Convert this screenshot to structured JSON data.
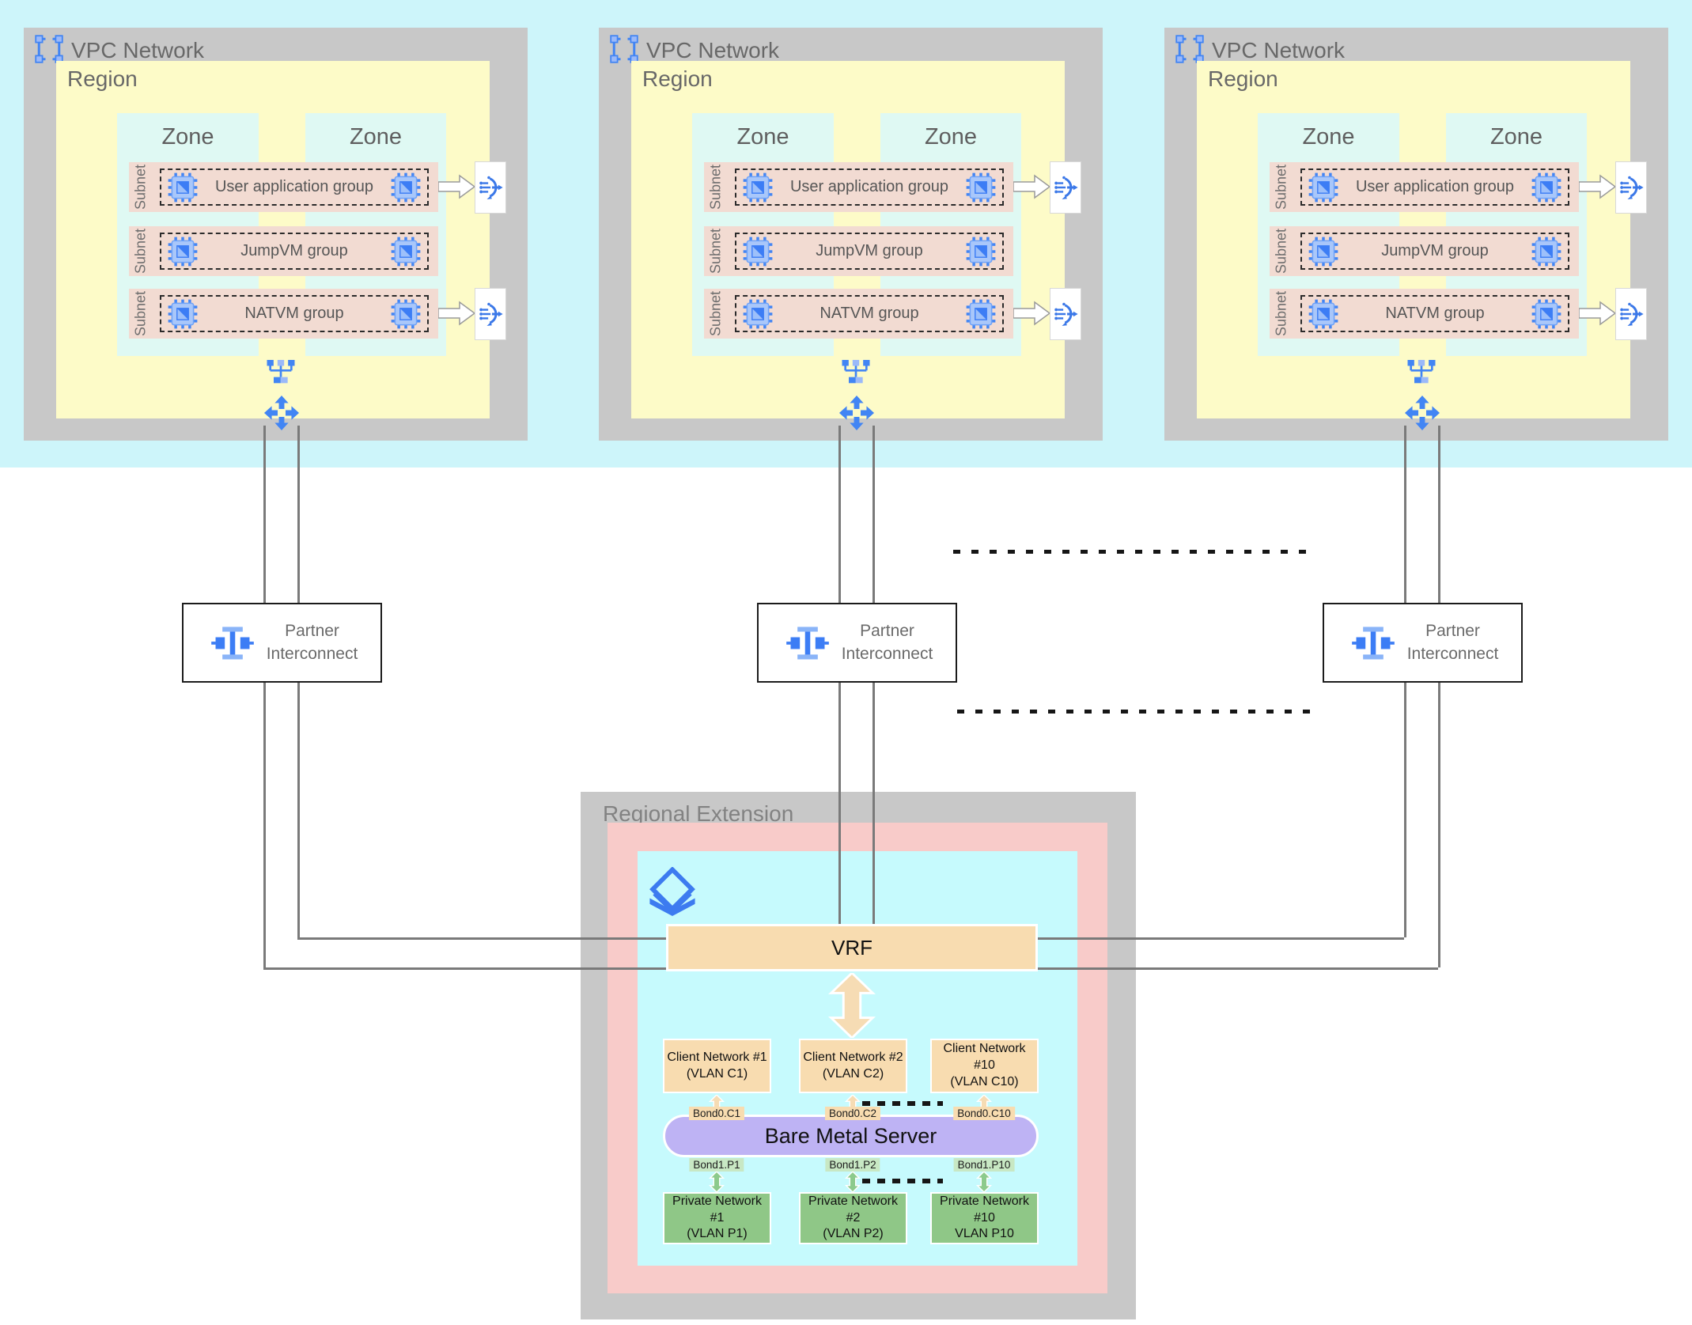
{
  "vpc": {
    "title": "VPC Network",
    "region_label": "Region",
    "zone_label": "Zone",
    "subnet_label": "Subnet",
    "groups": [
      {
        "label": "User application group"
      },
      {
        "label": "JumpVM group"
      },
      {
        "label": "NATVM group"
      }
    ]
  },
  "interconnect": {
    "line1": "Partner",
    "line2": "Interconnect"
  },
  "regional_extension": {
    "title": "Regional Extension",
    "vrf_label": "VRF",
    "server_label": "Bare Metal Server",
    "client_networks": [
      {
        "line1": "Client Network #1",
        "line2": "(VLAN C1)",
        "bond": "Bond0.C1"
      },
      {
        "line1": "Client Network #2",
        "line2": "(VLAN C2)",
        "bond": "Bond0.C2"
      },
      {
        "line1": "Client Network #10",
        "line2": "(VLAN C10)",
        "bond": "Bond0.C10"
      }
    ],
    "private_networks": [
      {
        "line1": "Private Network #1",
        "line2": "(VLAN P1)",
        "bond": "Bond1.P1"
      },
      {
        "line1": "Private Network #2",
        "line2": "(VLAN P2)",
        "bond": "Bond1.P2"
      },
      {
        "line1": "Private Network",
        "line2": "#10",
        "line3": "VLAN P10",
        "bond": "Bond1.P10"
      }
    ]
  },
  "icons": {
    "vpc_network": "selection-bracket-square",
    "vm_instance": "compute-chip",
    "load_balancer": "fan-arc-arrow",
    "network_hub": "hub-tree",
    "routes": "four-way-arrows",
    "partner_interconnect": "i-beam-connector",
    "bare_metal_layers": "diamond-layers"
  },
  "colors": {
    "accent_blue": "#4285F4",
    "top_band": "#CDF5FA",
    "card_gray": "#C8C8C8",
    "region_yellow": "#FDFBC8",
    "zone_mint": "#DFF9F3",
    "subnet_pink": "#F2DBD2",
    "extension_pink": "#F8CBC9",
    "extension_cyan": "#C6FAFD",
    "vlan_tan": "#F8DCB0",
    "server_lavender": "#BEB3F4",
    "private_green": "#8FC787"
  }
}
